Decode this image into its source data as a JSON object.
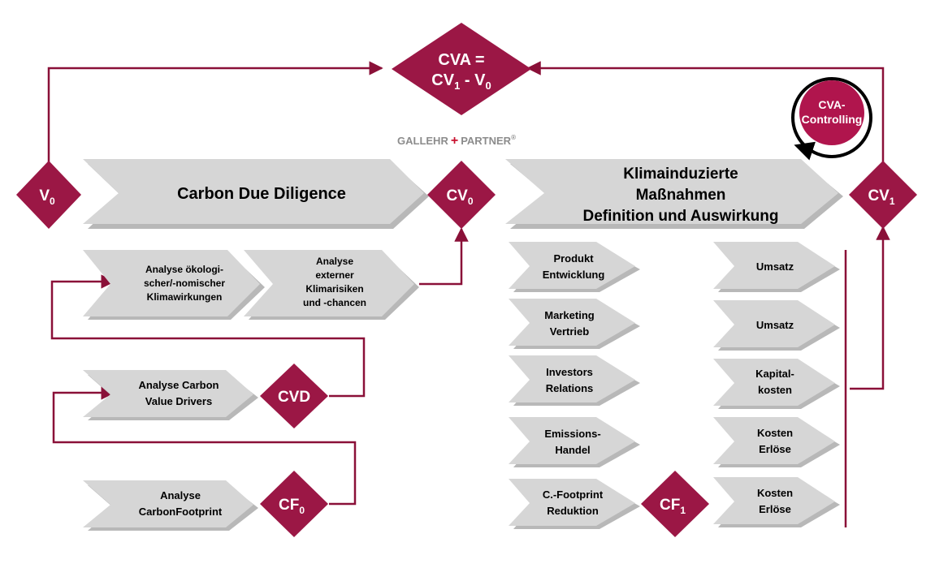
{
  "colors": {
    "diamond": "#9b1745",
    "diamond_light": "#c0285a",
    "chevron": "#d6d6d6",
    "chevron_shadow": "#b8b8b8",
    "line": "#8a1038",
    "logo_plus": "#c8102e"
  },
  "cva": {
    "line1": "CVA =",
    "line2_a": "CV",
    "line2_sub1": "1",
    "line2_b": " - V",
    "line2_sub2": "0"
  },
  "controlling": {
    "line1": "CVA-",
    "line2": "Controlling"
  },
  "logo": {
    "left": "GALLEHR",
    "plus": "+",
    "right": "PARTNER",
    "reg": "®"
  },
  "diamonds": {
    "v0": {
      "text": "V",
      "sub": "0"
    },
    "cv0": {
      "text": "CV",
      "sub": "0"
    },
    "cv1": {
      "text": "CV",
      "sub": "1"
    },
    "cvd": {
      "text": "CVD"
    },
    "cf0": {
      "text": "CF",
      "sub": "0"
    },
    "cf1": {
      "text": "CF",
      "sub": "1"
    }
  },
  "main": {
    "carbon_due_diligence": "Carbon Due Diligence",
    "klima": {
      "line1": "Klimainduzierte",
      "line2": "Maßnahmen",
      "line3": "Definition und Auswirkung"
    }
  },
  "left_chevrons": {
    "oekologisch": {
      "line1": "Analyse ökologi-",
      "line2": "scher/-nomischer",
      "line3": "Klimawirkungen"
    },
    "extern": {
      "line1": "Analyse",
      "line2": "externer",
      "line3": "Klimarisiken",
      "line4": "und -chancen"
    },
    "value_drivers": {
      "line1": "Analyse Carbon",
      "line2": "Value Drivers"
    },
    "footprint": {
      "line1": "Analyse",
      "line2": "CarbonFootprint"
    }
  },
  "measures": [
    {
      "line1": "Produkt",
      "line2": "Entwicklung"
    },
    {
      "line1": "Marketing",
      "line2": "Vertrieb"
    },
    {
      "line1": "Investors",
      "line2": "Relations"
    },
    {
      "line1": "Emissions-",
      "line2": "Handel"
    },
    {
      "line1": "C.-Footprint",
      "line2": "Reduktion"
    }
  ],
  "effects": [
    {
      "line1": "Umsatz",
      "line2": ""
    },
    {
      "line1": "Umsatz",
      "line2": ""
    },
    {
      "line1": "Kapital-",
      "line2": "kosten"
    },
    {
      "line1": "Kosten",
      "line2": "Erlöse"
    },
    {
      "line1": "Kosten",
      "line2": "Erlöse"
    }
  ]
}
